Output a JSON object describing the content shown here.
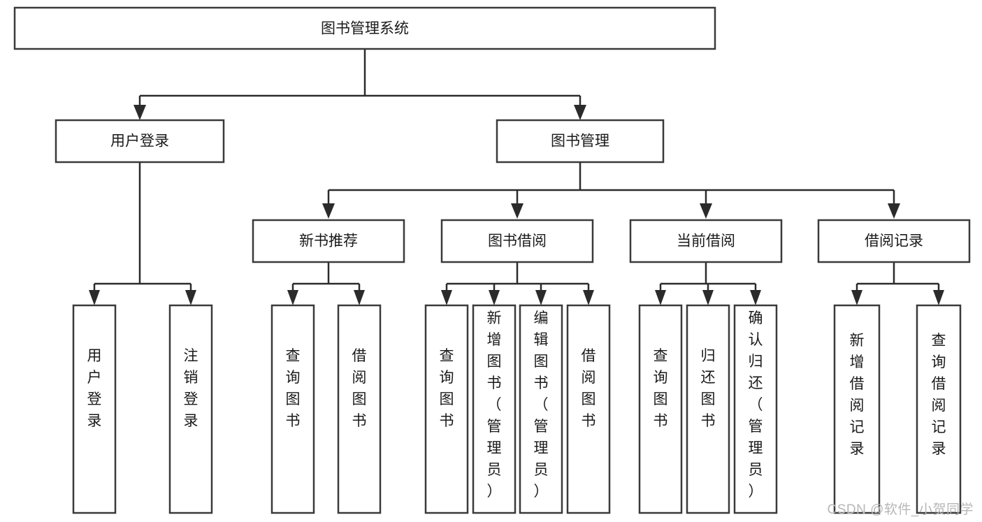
{
  "diagram": {
    "type": "tree",
    "title": "图书管理系统",
    "watermark": "CSDN @软件_小贺同学",
    "colors": {
      "box_stroke": "#3a3a3a",
      "connector": "#2b2b2b",
      "background": "#ffffff",
      "label": "#1a1a1a",
      "watermark": "#b7b7b7"
    },
    "nodes": {
      "root": {
        "label": "图书管理系统",
        "level": 1,
        "orientation": "horizontal"
      },
      "l2": [
        {
          "id": "user-login",
          "label": "用户登录",
          "level": 2,
          "orientation": "horizontal"
        },
        {
          "id": "book-manage",
          "label": "图书管理",
          "level": 2,
          "orientation": "horizontal"
        }
      ],
      "l3": [
        {
          "id": "new-book-rec",
          "label": "新书推荐",
          "level": 3,
          "orientation": "horizontal"
        },
        {
          "id": "book-borrow",
          "label": "图书借阅",
          "level": 3,
          "orientation": "horizontal"
        },
        {
          "id": "current-borrow",
          "label": "当前借阅",
          "level": 3,
          "orientation": "horizontal"
        },
        {
          "id": "borrow-record",
          "label": "借阅记录",
          "level": 3,
          "orientation": "horizontal"
        }
      ],
      "leaves": [
        {
          "id": "leaf-user-login",
          "label": "用户登录",
          "parent": "user-login",
          "orientation": "vertical"
        },
        {
          "id": "leaf-user-logout",
          "label": "注销登录",
          "parent": "user-login",
          "orientation": "vertical"
        },
        {
          "id": "leaf-query-book-1",
          "label": "查询图书",
          "parent": "new-book-rec",
          "orientation": "vertical"
        },
        {
          "id": "leaf-borrow-book-1",
          "label": "借阅图书",
          "parent": "new-book-rec",
          "orientation": "vertical"
        },
        {
          "id": "leaf-query-book-2",
          "label": "查询图书",
          "parent": "book-borrow",
          "orientation": "vertical"
        },
        {
          "id": "leaf-add-book",
          "label": "新增图书（管理员）",
          "parent": "book-borrow",
          "orientation": "vertical"
        },
        {
          "id": "leaf-edit-book",
          "label": "编辑图书（管理员）",
          "parent": "book-borrow",
          "orientation": "vertical"
        },
        {
          "id": "leaf-borrow-book-2",
          "label": "借阅图书",
          "parent": "book-borrow",
          "orientation": "vertical"
        },
        {
          "id": "leaf-query-book-3",
          "label": "查询图书",
          "parent": "current-borrow",
          "orientation": "vertical"
        },
        {
          "id": "leaf-return-book",
          "label": "归还图书",
          "parent": "current-borrow",
          "orientation": "vertical"
        },
        {
          "id": "leaf-confirm-return",
          "label": "确认归还（管理员）",
          "parent": "current-borrow",
          "orientation": "vertical"
        },
        {
          "id": "leaf-add-record",
          "label": "新增借阅记录",
          "parent": "borrow-record",
          "orientation": "vertical"
        },
        {
          "id": "leaf-query-record",
          "label": "查询借阅记录",
          "parent": "borrow-record",
          "orientation": "vertical"
        }
      ]
    }
  }
}
